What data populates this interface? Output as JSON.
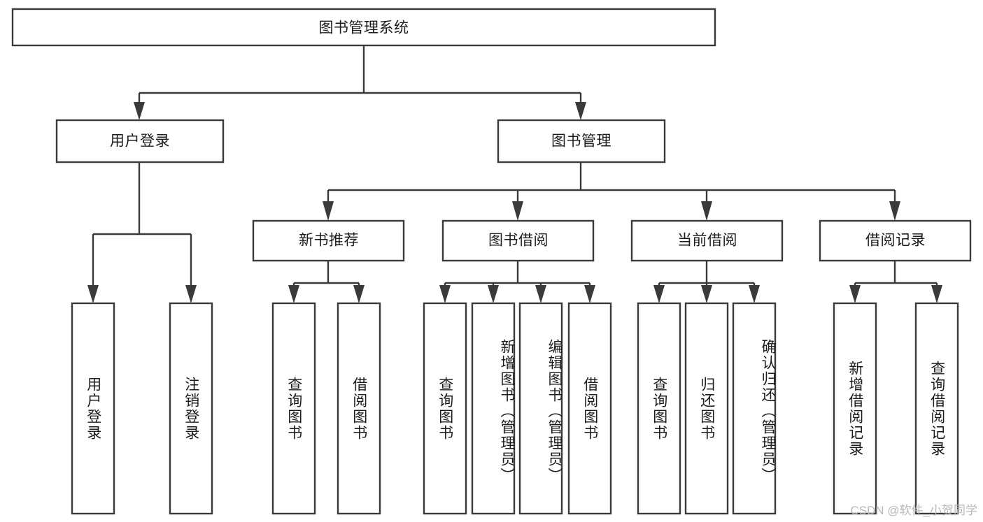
{
  "diagram": {
    "title": "图书管理系统",
    "type": "tree",
    "root": {
      "id": "root",
      "label": "图书管理系统"
    },
    "level1": [
      {
        "id": "user-login",
        "label": "用户登录"
      },
      {
        "id": "book-management",
        "label": "图书管理"
      }
    ],
    "level2": [
      {
        "id": "new-book-recommend",
        "label": "新书推荐",
        "parent": "book-management"
      },
      {
        "id": "book-borrow",
        "label": "图书借阅",
        "parent": "book-management"
      },
      {
        "id": "current-borrow",
        "label": "当前借阅",
        "parent": "book-management"
      },
      {
        "id": "borrow-record",
        "label": "借阅记录",
        "parent": "book-management"
      }
    ],
    "leaves": {
      "user-login": [
        {
          "id": "leaf-user-login",
          "label": "用户登录"
        },
        {
          "id": "leaf-logout",
          "label": "注销登录"
        }
      ],
      "new-book-recommend": [
        {
          "id": "leaf-query-book-1",
          "label": "查询图书"
        },
        {
          "id": "leaf-borrow-book-1",
          "label": "借阅图书"
        }
      ],
      "book-borrow": [
        {
          "id": "leaf-query-book-2",
          "label": "查询图书"
        },
        {
          "id": "leaf-add-book",
          "label": "新增图书（管理员）"
        },
        {
          "id": "leaf-edit-book",
          "label": "编辑图书（管理员）"
        },
        {
          "id": "leaf-borrow-book-2",
          "label": "借阅图书"
        }
      ],
      "current-borrow": [
        {
          "id": "leaf-query-book-3",
          "label": "查询图书"
        },
        {
          "id": "leaf-return-book",
          "label": "归还图书"
        },
        {
          "id": "leaf-confirm-return",
          "label": "确认归还（管理员）"
        }
      ],
      "borrow-record": [
        {
          "id": "leaf-add-record",
          "label": "新增借阅记录"
        },
        {
          "id": "leaf-query-record",
          "label": "查询借阅记录"
        }
      ]
    }
  },
  "watermark": {
    "text": "CSDN @软件_小贺同学"
  },
  "colors": {
    "stroke": "#3a3a3a",
    "fill": "#ffffff",
    "text": "#1c1c1c",
    "watermark": "#b9b9b9"
  }
}
